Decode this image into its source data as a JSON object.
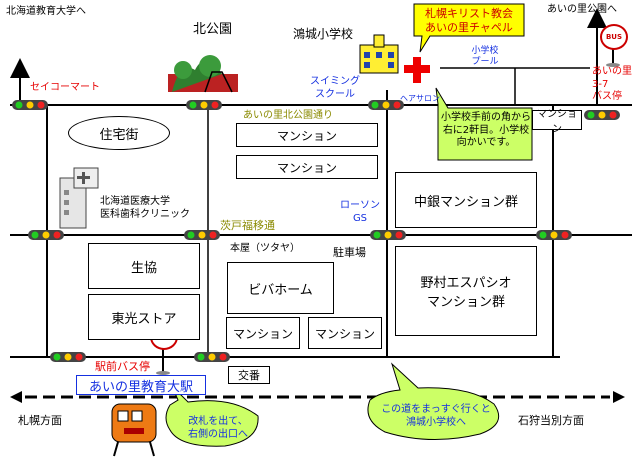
{
  "colors": {
    "road": "#000000",
    "bubble_green": "#ccff66",
    "note_yellow": "#ffff00",
    "bus_badge": "#e00000",
    "blue_text": "#1530e0",
    "olive_text": "#8a8a00"
  },
  "labels": {
    "hokkaido_univ_edu": "北海道教育大学へ",
    "north_park": "北公園",
    "konjo_school": "鴻城小学校",
    "church_line1": "札幌キリスト教会",
    "church_line2": "あいの里チャペル",
    "ainosato_park_bound": "あいの里公園へ",
    "seicomart": "セイコーマート",
    "swimming_line1": "スイミング",
    "swimming_line2": "スクール",
    "hair_salon": "ヘアサロン",
    "school_pool_line1": "小学校",
    "school_pool_line2": "プール",
    "bus_stop_37_line1": "あいの里",
    "bus_stop_37_line2": "3-7",
    "bus_stop_37_line3": "バス停",
    "residential": "住宅街",
    "park_street": "あいの里北公園通り",
    "mansion_1": "マンション",
    "mansion_2": "マンション",
    "mansion_east": "マンション",
    "direction_note_line1": "小学校手前の角から",
    "direction_note_line2": "右に2軒目。小学校",
    "direction_note_line3": "向かいです。",
    "clinic_line1": "北海道医療大学",
    "clinic_line2": "医科歯科クリニック",
    "lawson_line1": "ローソン",
    "lawson_line2": "GS",
    "ibaraido_street": "茨戸福移通",
    "chugin_mansions": "中銀マンション群",
    "coop": "生協",
    "honya": "本屋（ツタヤ）",
    "parking": "駐車場",
    "viva_home": "ビバホーム",
    "nomura_line1": "野村エスパシオ",
    "nomura_line2": "マンション群",
    "toko_store": "東光ストア",
    "mansion_3": "マンション",
    "mansion_4": "マンション",
    "bus_badge": "BUS",
    "station_bus_stop": "駅前バス停",
    "koban": "交番",
    "station_name": "あいの里教育大駅",
    "sapporo_direction": "札幌方面",
    "ishikari_direction": "石狩当別方面",
    "exit_note_line1": "改札を出て、",
    "exit_note_line2": "右側の出口へ",
    "road_note_line1": "この道をまっすぐ行くと",
    "road_note_line2": "鴻城小学校へ"
  }
}
